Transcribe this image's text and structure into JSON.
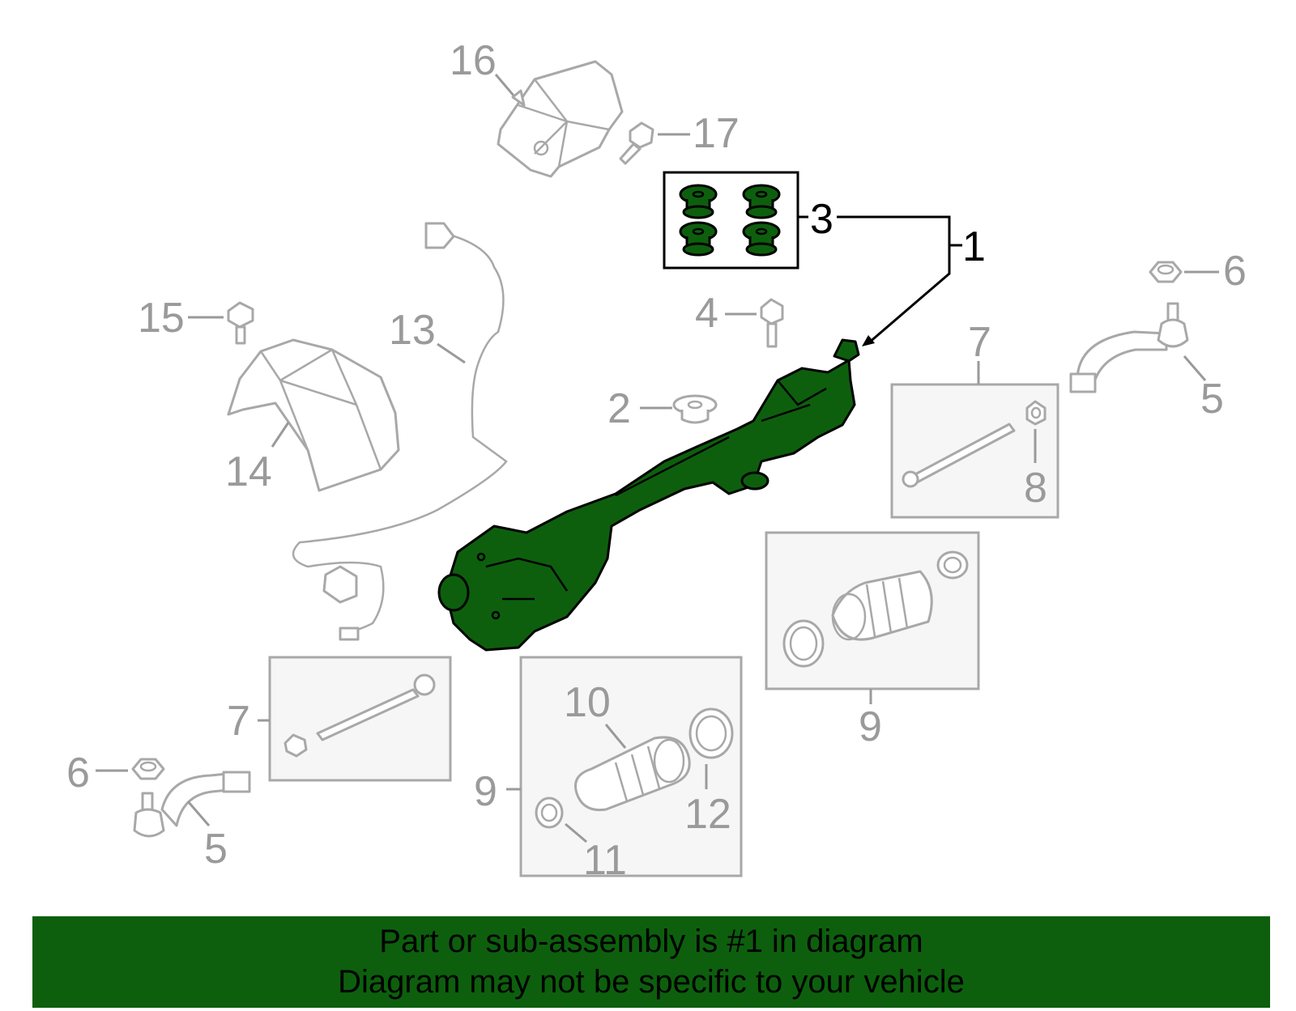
{
  "callouts": {
    "c1": "1",
    "c2": "2",
    "c3": "3",
    "c4": "4",
    "c5a": "5",
    "c5b": "5",
    "c6a": "6",
    "c6b": "6",
    "c7a": "7",
    "c7b": "7",
    "c8": "8",
    "c9a": "9",
    "c9b": "9",
    "c10": "10",
    "c11": "11",
    "c12": "12",
    "c13": "13",
    "c14": "14",
    "c15": "15",
    "c16": "16",
    "c17": "17"
  },
  "banner": {
    "line1": "Part or sub-assembly is #1 in diagram",
    "line2": "Diagram may not be specific to your vehicle"
  },
  "colors": {
    "highlight": "#0d5f0d",
    "part_outline": "#a8a8a8",
    "label_gray": "#9a9a9a"
  }
}
